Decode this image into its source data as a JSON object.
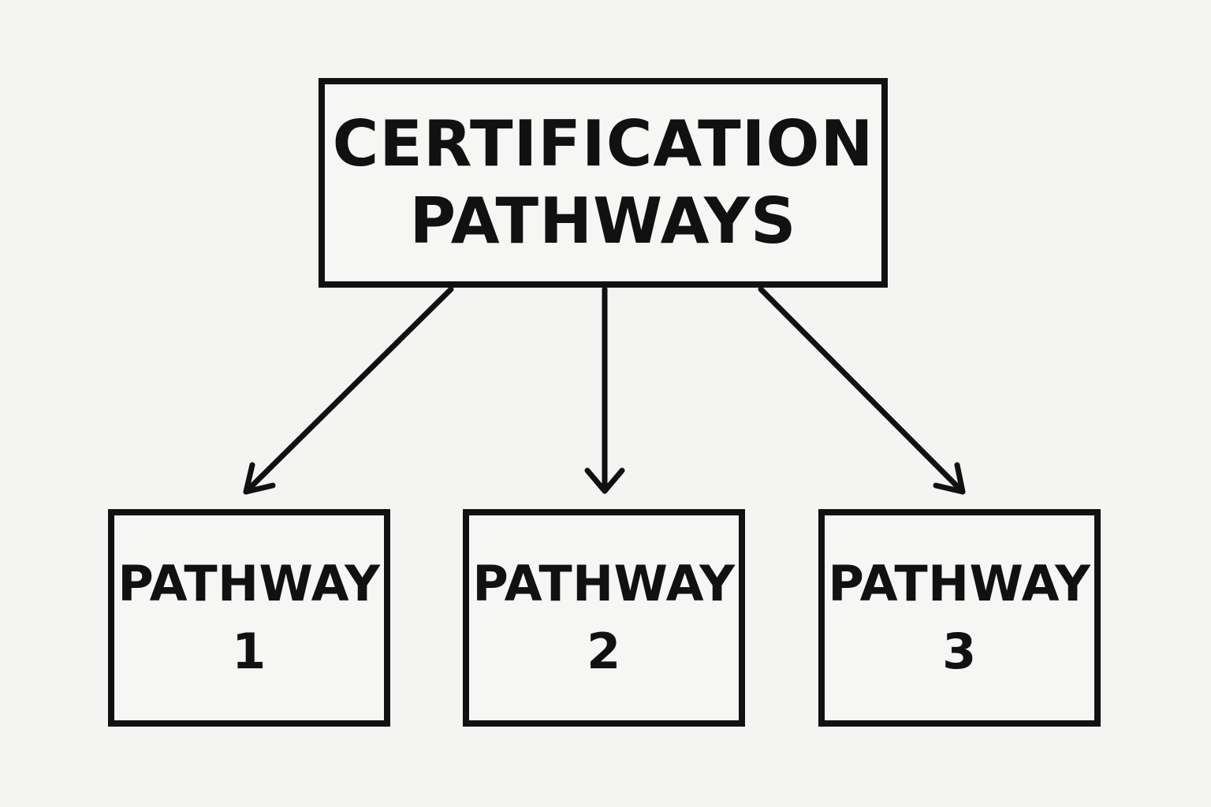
{
  "root": {
    "lines": [
      "CERTIFICATION",
      "PATHWAYS"
    ]
  },
  "pathways": [
    {
      "lines": [
        "PATHWAY",
        "1"
      ]
    },
    {
      "lines": [
        "PATHWAY",
        "2"
      ]
    },
    {
      "lines": [
        "PATHWAY",
        "3"
      ]
    }
  ],
  "colors": {
    "stroke": "#111111",
    "background": "#f4f4f3"
  }
}
